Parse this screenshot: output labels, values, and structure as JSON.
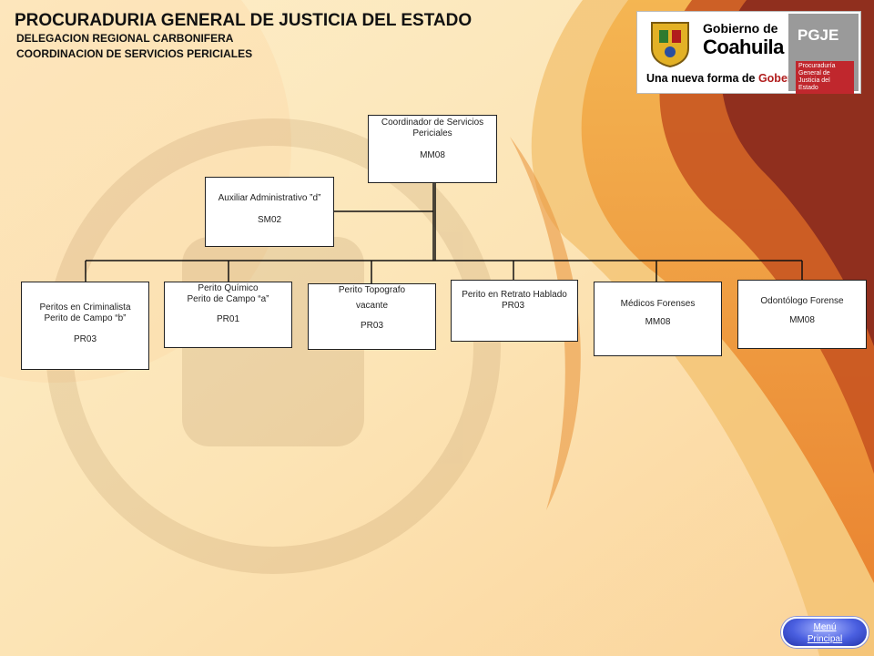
{
  "header": {
    "title": "PROCURADURIA GENERAL DE JUSTICIA DEL ESTADO",
    "subtitle1": "DELEGACION REGIONAL CARBONIFERA",
    "subtitle2": "COORDINACION DE SERVICIOS PERICIALES"
  },
  "logo": {
    "line1": "Gobierno de",
    "line2": "Coahuila",
    "slogan_a": "Una nueva forma de ",
    "slogan_b": "Gobernar",
    "pgje": "PGJE",
    "pgje_sub": "Procuraduría General de Justicia del Estado"
  },
  "org": {
    "coordinator": {
      "title1": "Coordinador  de Servicios",
      "title2": "Periciales",
      "code": "MM08"
    },
    "assistant": {
      "title": "Auxiliar Administrativo  ”d”",
      "code": "SM02"
    },
    "units": [
      {
        "line1": "Peritos en Criminalista",
        "line2": "Perito de Campo “b”",
        "code": "PR03"
      },
      {
        "line1": "Perito Químico",
        "line2": "Perito de Campo “a”",
        "code": "PR01"
      },
      {
        "line1": "Perito Topografo",
        "line2": "vacante",
        "code": "PR03"
      },
      {
        "line1": "Perito en Retrato Hablado",
        "line2": "PR03"
      },
      {
        "line1": "Médicos Forenses",
        "code": "MM08"
      },
      {
        "line1": "Odontólogo  Forense",
        "code": "MM08"
      }
    ]
  },
  "nav": {
    "menu_line1": "Menú",
    "menu_line2": "Principal"
  },
  "colors": {
    "accent_dark": "#8a2a1e",
    "accent_orange": "#e8832a",
    "button": "#4a5fe0"
  }
}
